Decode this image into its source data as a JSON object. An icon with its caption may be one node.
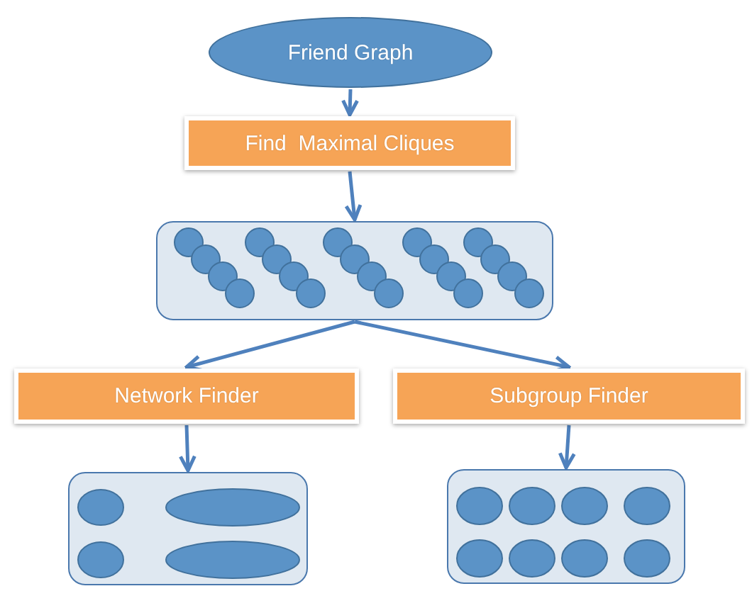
{
  "diagram": {
    "nodes": [
      {
        "text": [
          "Friend Graph"
        ]
      },
      {
        "text": [
          "Find  Maximal Cliques"
        ]
      },
      {
        "text": [],
        "shape": "box"
      },
      {
        "text": [
          "Network Finder"
        ]
      },
      {
        "text": [
          "Subgroup Finder"
        ]
      },
      {
        "text": [],
        "shape": "box"
      },
      {
        "text": [],
        "shape": "box"
      }
    ],
    "edges": [
      {
        "from": 0,
        "to": 1,
        "arrow": "to"
      },
      {
        "from": 1,
        "to": 2,
        "arrow": "to"
      },
      {
        "from": 2,
        "to": 3,
        "arrow": "to"
      },
      {
        "from": 2,
        "to": 4,
        "arrow": "to"
      },
      {
        "from": 3,
        "to": 5,
        "arrow": "to"
      },
      {
        "from": 4,
        "to": 6,
        "arrow": "to"
      }
    ]
  }
}
